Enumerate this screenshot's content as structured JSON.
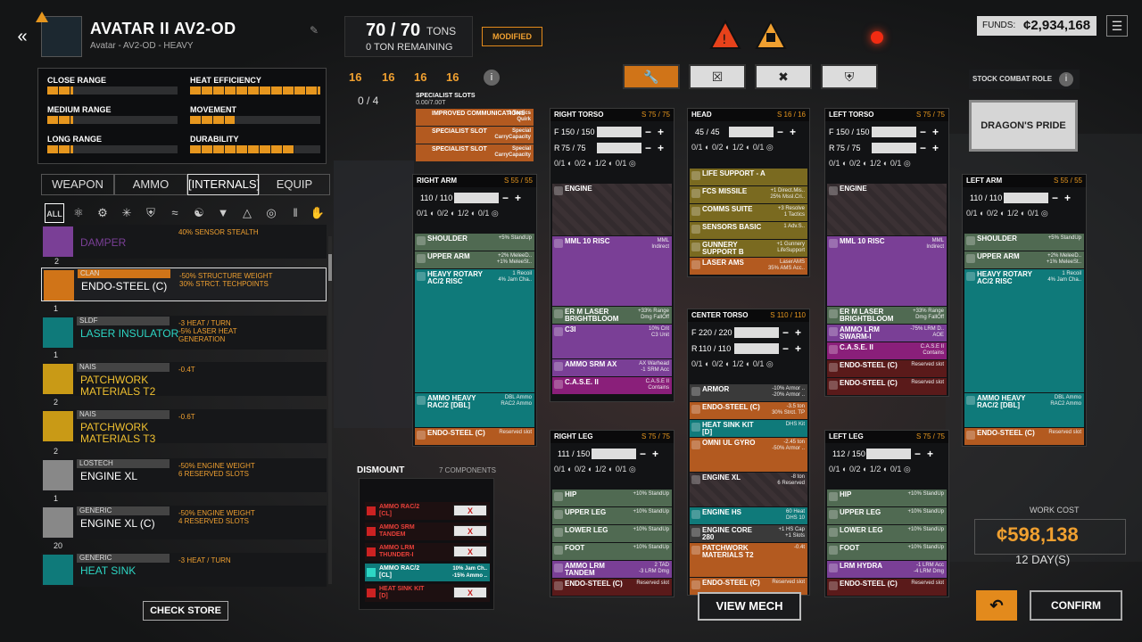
{
  "header": {
    "title": "AVATAR II AV2-OD",
    "subtitle": "Avatar - AV2-OD - HEAVY",
    "tonnage": "70 / 70",
    "tons_unit": "TONS",
    "remaining": "0 TON REMAINING",
    "modified_badge": "MODIFIED",
    "funds_label": "FUNDS:",
    "funds": "¢2,934,168"
  },
  "stats": [
    {
      "label": "CLOSE RANGE",
      "value": 0.2
    },
    {
      "label": "HEAT EFFICIENCY",
      "value": 1.0
    },
    {
      "label": "MEDIUM RANGE",
      "value": 0.2
    },
    {
      "label": "MOVEMENT",
      "value": 0.34
    },
    {
      "label": "LONG RANGE",
      "value": 0.2
    },
    {
      "label": "DURABILITY",
      "value": 0.8
    }
  ],
  "tabs": [
    {
      "label": "WEAPON"
    },
    {
      "label": "AMMO"
    },
    {
      "label": "[INTERNALS]"
    },
    {
      "label": "EQUIP"
    }
  ],
  "filters": {
    "all": "ALL"
  },
  "armor_stats": [
    "16",
    "16",
    "16",
    "16"
  ],
  "slots_count": "0 / 4",
  "list": [
    {
      "count": "",
      "maker": "",
      "name": "DAMPER",
      "desc": "40% SENSOR STEALTH",
      "color": "#7a3f96"
    },
    {
      "count": "2",
      "maker": "CLAN",
      "name": "ENDO-STEEL (C)",
      "desc": "-50% STRUCTURE WEIGHT\n30% STRCT. TECHPOINTS",
      "color": "#d07418"
    },
    {
      "count": "1",
      "maker": "SLDF",
      "name": "LASER INSULATOR",
      "desc": "-3 HEAT / TURN\n-5% LASER HEAT\nGENERATION",
      "color": "#0f7a7a"
    },
    {
      "count": "1",
      "maker": "NAIS",
      "name": "PATCHWORK\nMATERIALS T2",
      "desc": "-0.4T",
      "color": "#c99a16"
    },
    {
      "count": "2",
      "maker": "NAIS",
      "name": "PATCHWORK\nMATERIALS T3",
      "desc": "-0.6T",
      "color": "#c99a16"
    },
    {
      "count": "2",
      "maker": "LOSTECH",
      "name": "ENGINE XL",
      "desc": "-50% ENGINE WEIGHT\n6 RESERVED SLOTS",
      "color": "#888"
    },
    {
      "count": "1",
      "maker": "GENERIC",
      "name": "ENGINE XL (C)",
      "desc": "-50% ENGINE WEIGHT\n4 RESERVED SLOTS",
      "color": "#888"
    },
    {
      "count": "20",
      "maker": "GENERIC",
      "name": "HEAT SINK",
      "desc": "-3 HEAT / TURN",
      "color": "#0f7a7a"
    }
  ],
  "check_store": "CHECK STORE",
  "specialist": {
    "title": "SPECIALIST SLOTS",
    "sub": "0.00/7.00T",
    "slots": [
      {
        "name": "IMPROVED COMMUNICATIONS",
        "desc": "1 Tactics\nQuirk"
      },
      {
        "name": "SPECIALIST SLOT",
        "desc": "Special\nCarryCapacity"
      },
      {
        "name": "SPECIALIST SLOT",
        "desc": "Special\nCarryCapacity"
      }
    ]
  },
  "right_arm": {
    "name": "RIGHT ARM",
    "s": "S 55 / 55",
    "armor": "110 / 110",
    "slots": [
      {
        "n": "SHOULDER",
        "d": "+5% StandUp",
        "c": "green"
      },
      {
        "n": "UPPER ARM",
        "d": "+2% MeleeD..\n+1% MeleeSt..",
        "c": "green"
      },
      {
        "n": "HEAVY ROTARY\nAC/2 RISC",
        "d": "1 Recoil\n4% Jam Cha..",
        "c": "teal",
        "h": 138
      },
      {
        "n": "AMMO HEAVY\nRAC/2 [DBL]",
        "d": "DBL Ammo\nRAC2 Ammo",
        "c": "teal",
        "h": 38
      },
      {
        "n": "ENDO-STEEL (C)",
        "d": "Reserved slot",
        "c": "orange"
      }
    ]
  },
  "right_torso": {
    "name": "RIGHT TORSO",
    "s": "S 75 / 75",
    "front": "150 / 150",
    "rear": "75 / 75",
    "slots": [
      {
        "n": "ENGINE",
        "d": "",
        "c": "striped",
        "h": 58
      },
      {
        "n": "MML 10 RISC",
        "d": "MML\nIndirect",
        "c": "purple",
        "h": 78
      },
      {
        "n": "ER M LASER\nBRIGHTBLOOM",
        "d": "+33% Range\nDmg FallOff",
        "c": "green"
      },
      {
        "n": "C3I",
        "d": "10% Crit\nC3 Unit",
        "c": "purple",
        "h": 38
      },
      {
        "n": "AMMO SRM AX",
        "d": "AX Warhead\n-1 SRM Acc",
        "c": "purple"
      },
      {
        "n": "C.A.S.E. II",
        "d": "C.A.S.E II\nContains",
        "c": "magenta"
      }
    ]
  },
  "head": {
    "name": "HEAD",
    "s": "S 16 / 16",
    "armor": "45 / 45",
    "slots": [
      {
        "n": "LIFE SUPPORT - A",
        "d": "",
        "c": "olive"
      },
      {
        "n": "FCS MISSILE",
        "d": "+1 Direct.Mis..\n25% Mssl.Cri..",
        "c": "olive"
      },
      {
        "n": "COMMS SUITE",
        "d": "+3 Resolve\n1 Tactics",
        "c": "olive"
      },
      {
        "n": "SENSORS BASIC",
        "d": "1 Adv.S..",
        "c": "olive"
      },
      {
        "n": "GUNNERY\nSUPPORT B",
        "d": "+1 Gunnery\nLifeSupport",
        "c": "olive"
      },
      {
        "n": "LASER AMS",
        "d": "LaserAMS\n35% AMS Acc..",
        "c": "orange"
      }
    ]
  },
  "center_torso": {
    "name": "CENTER TORSO",
    "s": "S 110 / 110",
    "front": "220 / 220",
    "rear": "110 / 110",
    "slots": [
      {
        "n": "ARMOR",
        "d": "-10% Armor ..\n-20% Armor ..",
        "c": "gray"
      },
      {
        "n": "ENDO-STEEL (C)",
        "d": "-3.5 ton\n30% Strct. TP",
        "c": "orange"
      },
      {
        "n": "HEAT SINK KIT\n[D]",
        "d": "DHS Kit",
        "c": "teal"
      },
      {
        "n": "OMNI UL GYRO",
        "d": "-2.45 ton\n-50% Armor ..",
        "c": "orange",
        "h": 38
      },
      {
        "n": "ENGINE XL",
        "d": "-8 ton\n6 Reserved",
        "c": "striped",
        "h": 38
      },
      {
        "n": "ENGINE HS",
        "d": "60 Heat\nDHS 10",
        "c": "teal"
      },
      {
        "n": "ENGINE CORE\n280",
        "d": "+1 HS Cap\n+1 Slots",
        "c": "gray"
      },
      {
        "n": "PATCHWORK\nMATERIALS T2",
        "d": "-0.4t",
        "c": "orange",
        "h": 38
      },
      {
        "n": "ENDO-STEEL (C)",
        "d": "Reserved slot",
        "c": "orange"
      }
    ]
  },
  "left_torso": {
    "name": "LEFT TORSO",
    "s": "S 75 / 75",
    "front": "150 / 150",
    "rear": "75 / 75",
    "slots": [
      {
        "n": "ENGINE",
        "d": "",
        "c": "striped",
        "h": 58
      },
      {
        "n": "MML 10 RISC",
        "d": "MML\nIndirect",
        "c": "purple",
        "h": 78
      },
      {
        "n": "ER M LASER\nBRIGHTBLOOM",
        "d": "+33% Range\nDmg FallOff",
        "c": "green"
      },
      {
        "n": "AMMO LRM\nSWARM-I",
        "d": "-75% LRM D..\nAOE",
        "c": "purple"
      },
      {
        "n": "C.A.S.E. II",
        "d": "C.A.S.E II\nContains",
        "c": "magenta"
      },
      {
        "n": "ENDO-STEEL (C)",
        "d": "Reserved slot",
        "c": "red"
      },
      {
        "n": "ENDO-STEEL (C)",
        "d": "Reserved slot",
        "c": "red"
      }
    ]
  },
  "left_arm": {
    "name": "LEFT ARM",
    "s": "S 55 / 55",
    "armor": "110 / 110",
    "slots": [
      {
        "n": "SHOULDER",
        "d": "+5% StandUp",
        "c": "green"
      },
      {
        "n": "UPPER ARM",
        "d": "+2% MeleeD..\n+1% MeleeSt..",
        "c": "green"
      },
      {
        "n": "HEAVY ROTARY\nAC/2 RISC",
        "d": "1 Recoil\n4% Jam Cha..",
        "c": "teal",
        "h": 138
      },
      {
        "n": "AMMO HEAVY\nRAC/2 [DBL]",
        "d": "DBL Ammo\nRAC2 Ammo",
        "c": "teal",
        "h": 38
      },
      {
        "n": "ENDO-STEEL (C)",
        "d": "Reserved slot",
        "c": "orange"
      }
    ]
  },
  "right_leg": {
    "name": "RIGHT LEG",
    "s": "S 75 / 75",
    "armor": "111 / 150",
    "slots": [
      {
        "n": "HIP",
        "d": "+10% StandUp",
        "c": "green"
      },
      {
        "n": "UPPER LEG",
        "d": "+10% StandUp",
        "c": "green"
      },
      {
        "n": "LOWER LEG",
        "d": "+10% StandUp",
        "c": "green"
      },
      {
        "n": "FOOT",
        "d": "+10% StandUp",
        "c": "green"
      },
      {
        "n": "AMMO LRM\nTANDEM",
        "d": "2 TAD\n-3 LRM Dmg",
        "c": "purple"
      },
      {
        "n": "ENDO-STEEL (C)",
        "d": "Reserved slot",
        "c": "red"
      }
    ]
  },
  "left_leg": {
    "name": "LEFT LEG",
    "s": "S 75 / 75",
    "armor": "112 / 150",
    "slots": [
      {
        "n": "HIP",
        "d": "+10% StandUp",
        "c": "green"
      },
      {
        "n": "UPPER LEG",
        "d": "+10% StandUp",
        "c": "green"
      },
      {
        "n": "LOWER LEG",
        "d": "+10% StandUp",
        "c": "green"
      },
      {
        "n": "FOOT",
        "d": "+10% StandUp",
        "c": "green"
      },
      {
        "n": "LRM HYDRA",
        "d": "-1 LRM Acc\n-4 LRM Dmg",
        "c": "purple"
      },
      {
        "n": "ENDO-STEEL (C)",
        "d": "Reserved slot",
        "c": "red"
      }
    ]
  },
  "dismount": {
    "title": "DISMOUNT",
    "count": "7 COMPONENTS",
    "items": [
      {
        "n": "AMMO RAC/2\n[CL]",
        "c": "red"
      },
      {
        "n": "AMMO SRM\nTANDEM",
        "c": "red"
      },
      {
        "n": "AMMO LRM\nTHUNDER-I",
        "c": "red"
      },
      {
        "n": "AMMO RAC/2\n[CL]",
        "d": "10% Jam Ch..\n-15% Ammo ..",
        "c": "teal"
      },
      {
        "n": "HEAT SINK KIT\n[D]",
        "c": "red"
      }
    ]
  },
  "dm_x": "X",
  "view_mech": "VIEW MECH",
  "role": {
    "label": "STOCK COMBAT ROLE",
    "value": "DRAGON'S PRIDE"
  },
  "work": {
    "label": "WORK COST",
    "value": "¢598,138",
    "days": "12 DAY(S)"
  },
  "confirm": "CONFIRM"
}
